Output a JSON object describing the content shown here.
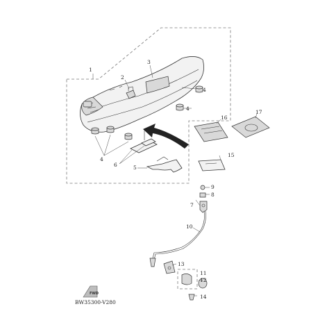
{
  "diagram": {
    "callouts": [
      {
        "id": "c1",
        "text": "1"
      },
      {
        "id": "c2",
        "text": "2"
      },
      {
        "id": "c3",
        "text": "3"
      },
      {
        "id": "c4a",
        "text": "4"
      },
      {
        "id": "c4b",
        "text": "4"
      },
      {
        "id": "c4c",
        "text": "4"
      },
      {
        "id": "c5",
        "text": "5"
      },
      {
        "id": "c6",
        "text": "6"
      },
      {
        "id": "c7",
        "text": "7"
      },
      {
        "id": "c8",
        "text": "8"
      },
      {
        "id": "c9",
        "text": "9"
      },
      {
        "id": "c10",
        "text": "10"
      },
      {
        "id": "c11",
        "text": "11"
      },
      {
        "id": "c12",
        "text": "12"
      },
      {
        "id": "c13",
        "text": "13"
      },
      {
        "id": "c14",
        "text": "14"
      },
      {
        "id": "c15",
        "text": "15"
      },
      {
        "id": "c16",
        "text": "16"
      },
      {
        "id": "c17",
        "text": "17"
      }
    ],
    "fwd_label": "FWD",
    "diagram_code": "BW35300-V280"
  }
}
